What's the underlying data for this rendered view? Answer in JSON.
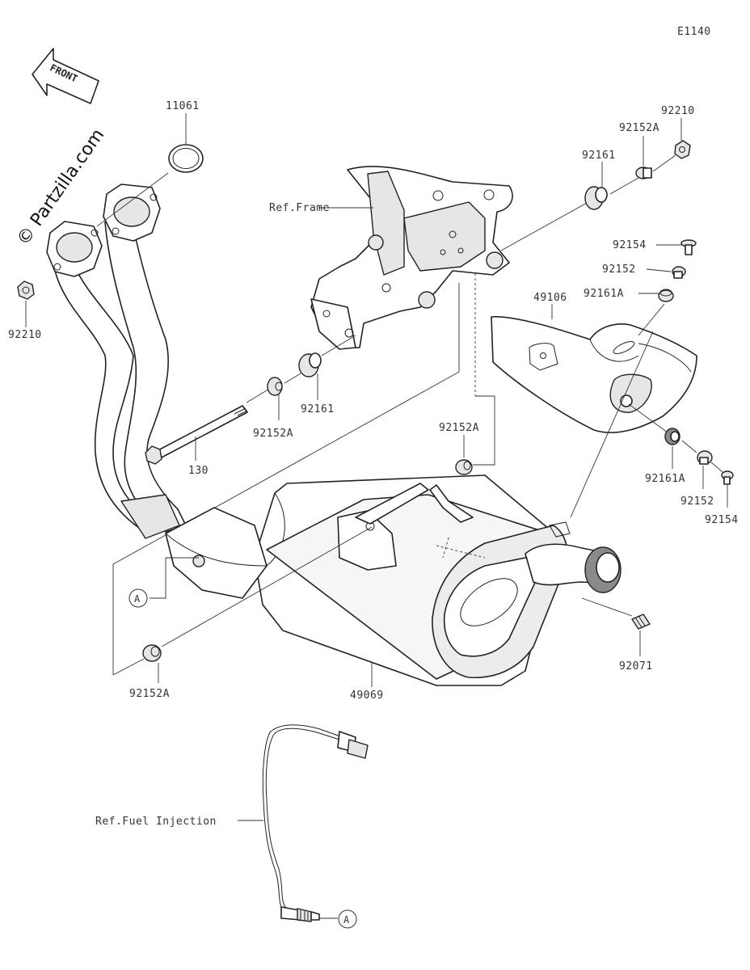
{
  "diagram_code": "E1140",
  "watermark": "© Partzilla.com",
  "front_label": "FRONT",
  "parts": {
    "p11061": "11061",
    "p92210_left": "92210",
    "p92210_right": "92210",
    "p92152A_top": "92152A",
    "p92161_top": "92161",
    "p92161_mid": "92161",
    "p92152A_mid": "92152A",
    "p130": "130",
    "p92154_top": "92154",
    "p92152_top": "92152",
    "p92161A_top": "92161A",
    "p49106": "49106",
    "p92152A_right": "92152A",
    "p92161A_bottom": "92161A",
    "p92152_bottom": "92152",
    "p92154_bottom": "92154",
    "p92071": "92071",
    "p92152A_bottom": "92152A",
    "p49069": "49069"
  },
  "refs": {
    "frame": "Ref.Frame",
    "fuel_injection": "Ref.Fuel Injection"
  },
  "callout_letter": "A"
}
